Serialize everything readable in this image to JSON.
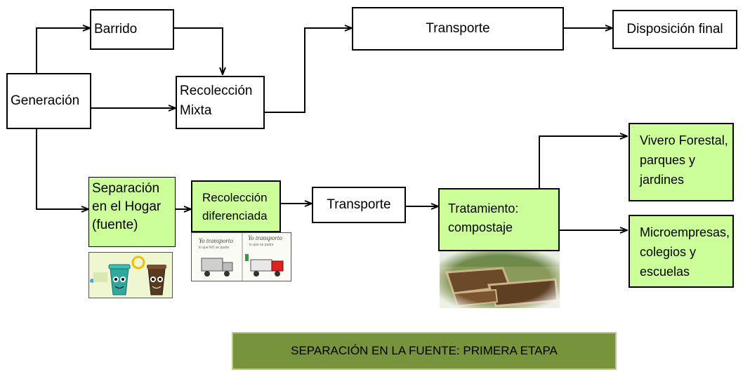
{
  "nodes": {
    "barrido": "Barrido",
    "generacion": "Generación",
    "recoleccion_mixta_1": "Recolección",
    "recoleccion_mixta_2": "Mixta",
    "transporte_top": "Transporte",
    "disposicion_final": "Disposición final",
    "separacion_1": "Separación",
    "separacion_2": "en el Hogar",
    "separacion_3": "(fuente)",
    "recoleccion_dif_1": "Recolección",
    "recoleccion_dif_2": "diferenciada",
    "transporte_bottom": "Transporte",
    "tratamiento_1": "Tratamiento:",
    "tratamiento_2": "compostaje",
    "vivero_1": "Vivero Forestal,",
    "vivero_2": "parques y",
    "vivero_3": "jardines",
    "micro_1": "Microempresas,",
    "micro_2": "colegios y",
    "micro_3": "escuelas"
  },
  "images": {
    "truck_caption_1": "Yo transporto",
    "truck_caption_1b": "lo que NO se pudre",
    "truck_caption_2": "Yo transporto",
    "truck_caption_2b": "lo que se pudre"
  },
  "footer": "SEPARACIÓN EN LA FUENTE: PRIMERA ETAPA",
  "colors": {
    "green_box": "#ccff99",
    "footer_bg": "#77933c"
  }
}
